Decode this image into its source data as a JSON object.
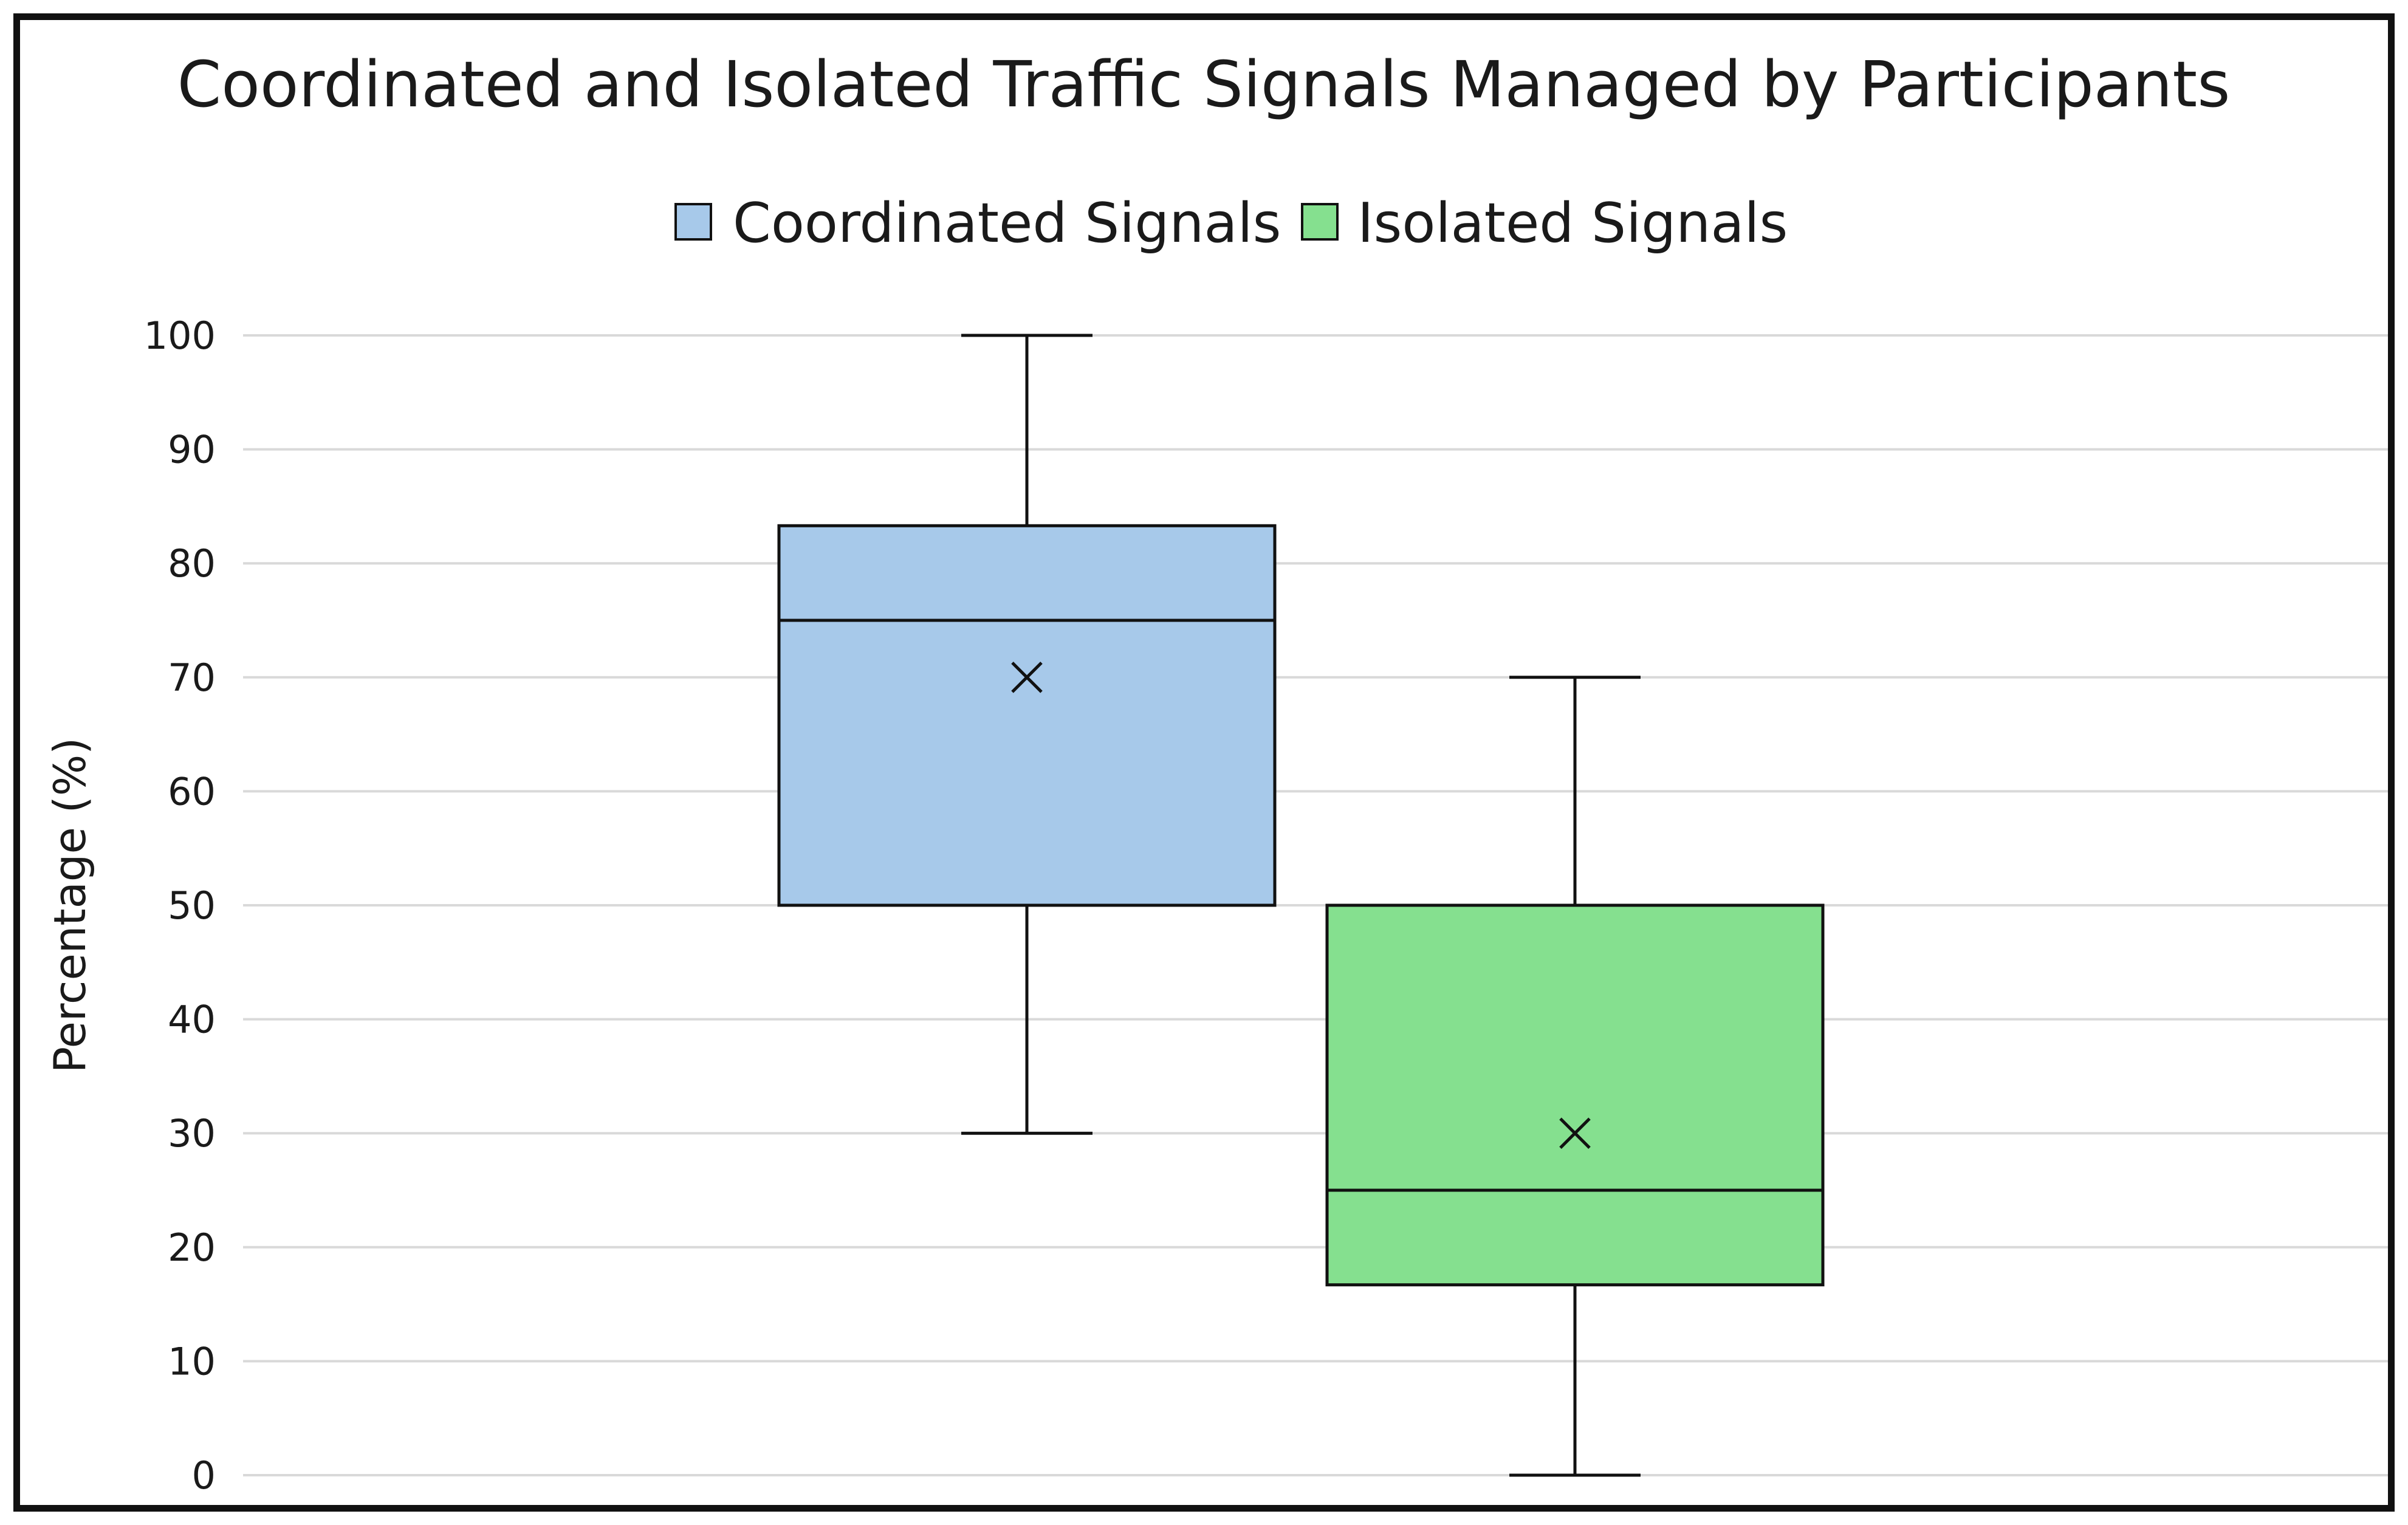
{
  "chart_data": {
    "type": "box",
    "title": "Coordinated and Isolated Traffic Signals Managed by Participants",
    "ylabel": "Percentage (%)",
    "xlabel": "",
    "ylim": [
      0,
      100
    ],
    "yticks": [
      0,
      10,
      20,
      30,
      40,
      50,
      60,
      70,
      80,
      90,
      100
    ],
    "ytick_labels": [
      "0",
      "10",
      "20",
      "30",
      "40",
      "50",
      "60",
      "70",
      "80",
      "90",
      "100"
    ],
    "grid": true,
    "legend_position": "top-center",
    "series": [
      {
        "name": "Coordinated Signals",
        "color": "#a7c9ea",
        "min": 30,
        "q1": 50,
        "median": 75,
        "q3": 83.3,
        "max": 100,
        "mean": 70
      },
      {
        "name": "Isolated Signals",
        "color": "#85e08f",
        "min": 0,
        "q1": 16.7,
        "median": 25,
        "q3": 50,
        "max": 70,
        "mean": 30
      }
    ]
  }
}
